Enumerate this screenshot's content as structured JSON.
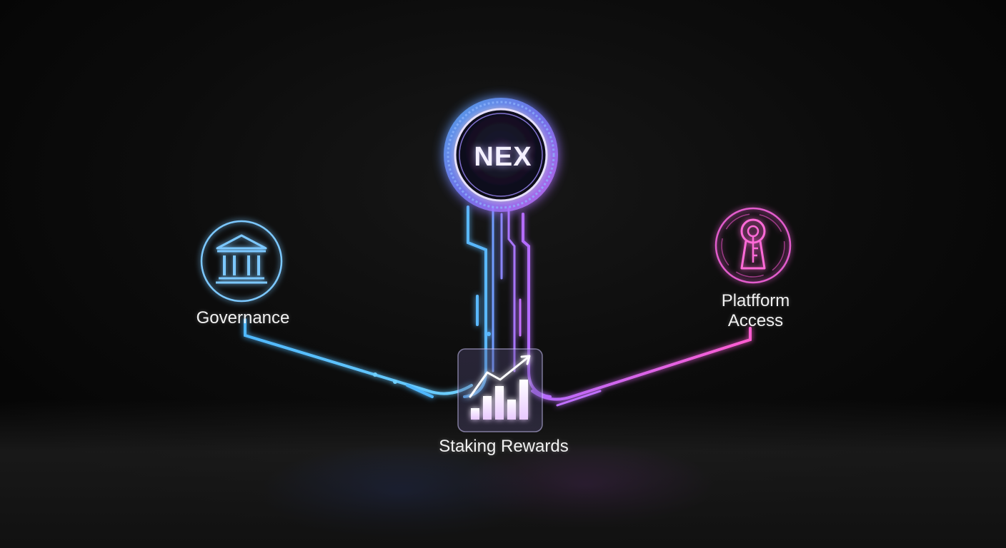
{
  "token": {
    "symbol": "NEX"
  },
  "nodes": {
    "governance": {
      "label": "Governance",
      "icon": "bank-building-icon"
    },
    "staking": {
      "label": "Staking Rewards",
      "icon": "rising-bar-chart-icon"
    },
    "platform_access": {
      "label": "Platfform\nAccess",
      "icon": "keyhole-key-icon"
    }
  },
  "colors": {
    "background": "#050505",
    "blue_glow": "#5ab8ff",
    "purple_glow": "#b46cff",
    "pink_glow": "#ff5cd6",
    "text": "#f2f2f2"
  }
}
